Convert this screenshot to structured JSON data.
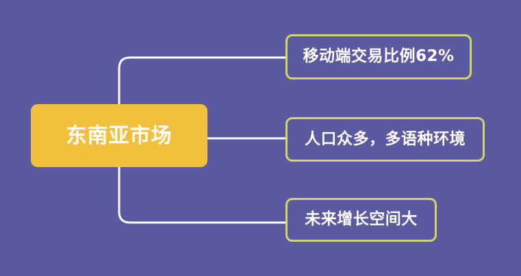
{
  "diagram": {
    "type": "mind-map",
    "background_color": "#595aa0",
    "connector_color": "#ffffff",
    "root": {
      "label": "东南亚市场",
      "fill_color": "#f2c03c",
      "text_color": "#ffffff"
    },
    "branches": [
      {
        "label": "移动端交易比例62%",
        "border_color": "#d4d468",
        "text_color": "#ffffff"
      },
      {
        "label": "人口众多，多语种环境",
        "border_color": "#d4d468",
        "text_color": "#ffffff"
      },
      {
        "label": "未来增长空间大",
        "border_color": "#d4d468",
        "text_color": "#ffffff"
      }
    ]
  }
}
